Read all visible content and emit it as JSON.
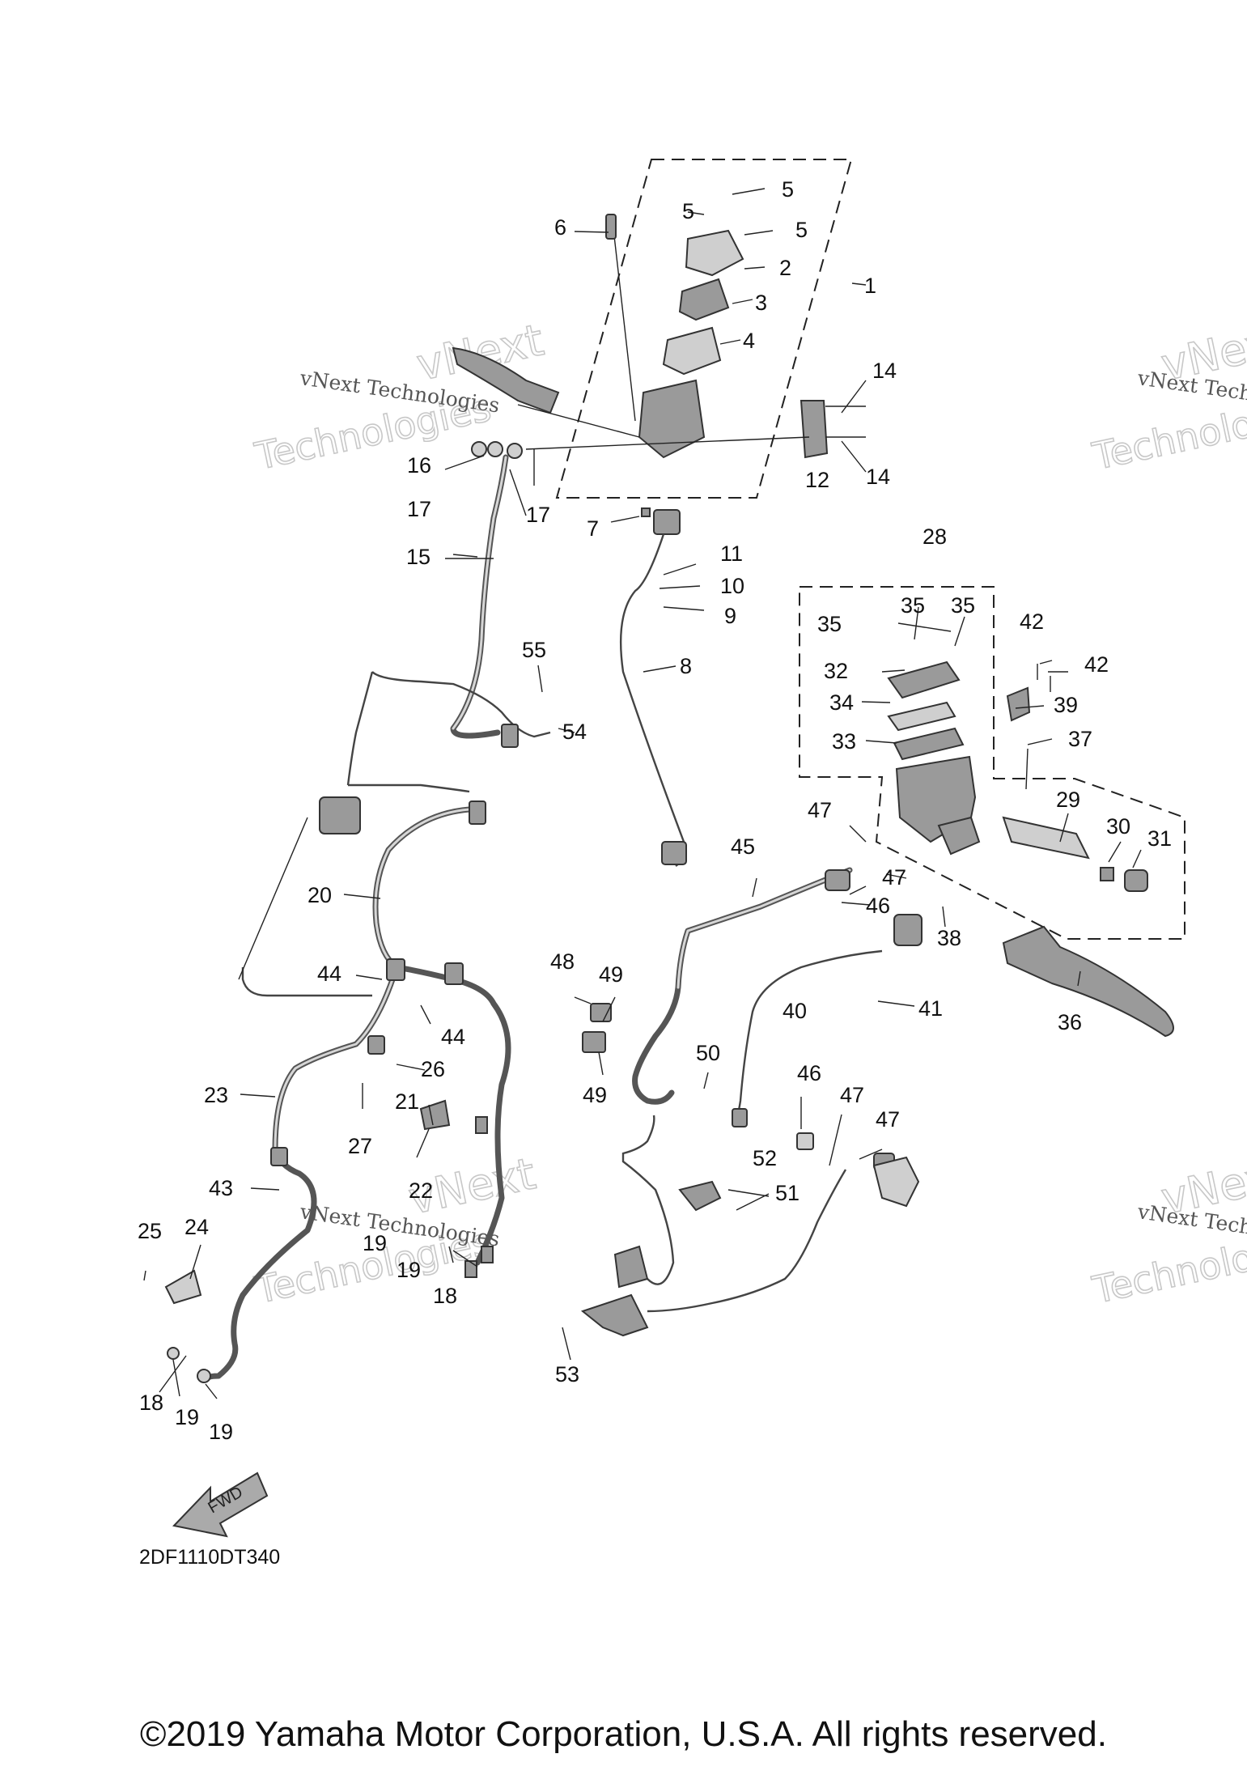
{
  "diagram_code": "2DF1110DT340",
  "fwd_label": "FWD",
  "copyright": "©2019 Yamaha Motor Corporation, U.S.A. All rights reserved.",
  "watermark": {
    "line": "vNext Technologies",
    "word1": "vNext",
    "word2": "Technologies"
  },
  "callouts": [
    "1",
    "2",
    "3",
    "4",
    "5",
    "6",
    "7",
    "8",
    "9",
    "10",
    "11",
    "12",
    "14",
    "15",
    "16",
    "17",
    "18",
    "19",
    "20",
    "21",
    "22",
    "23",
    "24",
    "25",
    "26",
    "27",
    "28",
    "29",
    "30",
    "31",
    "32",
    "33",
    "34",
    "35",
    "36",
    "37",
    "38",
    "39",
    "40",
    "41",
    "42",
    "43",
    "44",
    "45",
    "46",
    "47",
    "48",
    "49",
    "50",
    "51",
    "52",
    "53",
    "54",
    "55"
  ]
}
